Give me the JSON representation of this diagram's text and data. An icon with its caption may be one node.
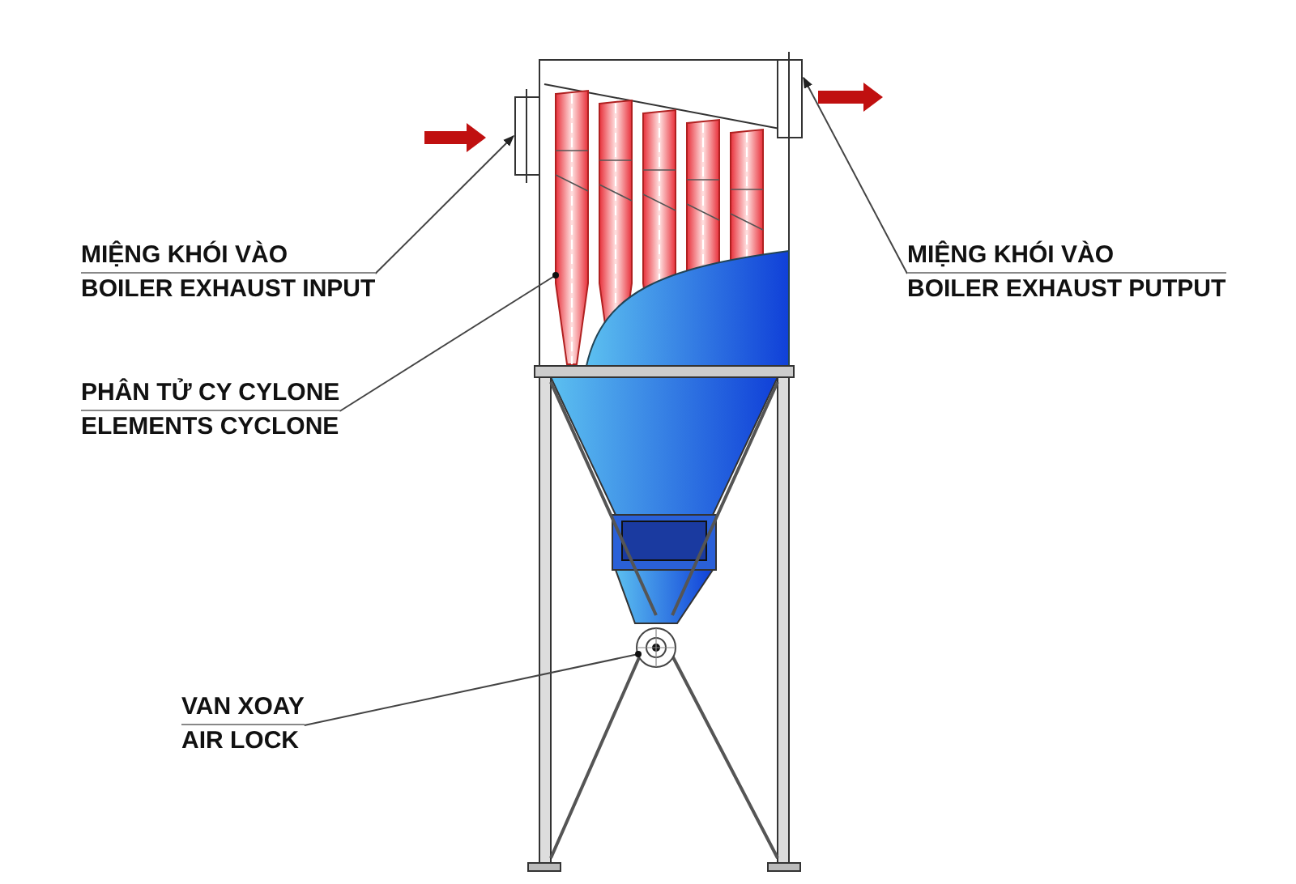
{
  "diagram": {
    "nodes": [
      {
        "text": [
          "MIỆNG KHÓI VÀO",
          "BOILER EXHAUST INPUT"
        ]
      },
      {
        "text": [
          "MIỆNG KHÓI VÀO",
          "BOILER EXHAUST PUTPUT"
        ]
      },
      {
        "text": [
          "PHÂN TỬ CY CYLONE",
          "ELEMENTS CYCLONE"
        ]
      },
      {
        "text": [
          "VAN XOAY",
          "AIR LOCK"
        ]
      },
      {
        "text": [],
        "shape": "box"
      },
      {
        "text": [],
        "shape": "box"
      },
      {
        "text": [],
        "shape": "picture"
      },
      {
        "text": [],
        "shape": "picture"
      }
    ],
    "edges": [
      {
        "from": 0,
        "to": 4,
        "arrow": "to"
      },
      {
        "from": 1,
        "to": 5,
        "arrow": "to"
      },
      {
        "from": 2,
        "to": 6,
        "arrow": "other"
      },
      {
        "from": 3,
        "to": 7,
        "arrow": "other"
      }
    ]
  }
}
